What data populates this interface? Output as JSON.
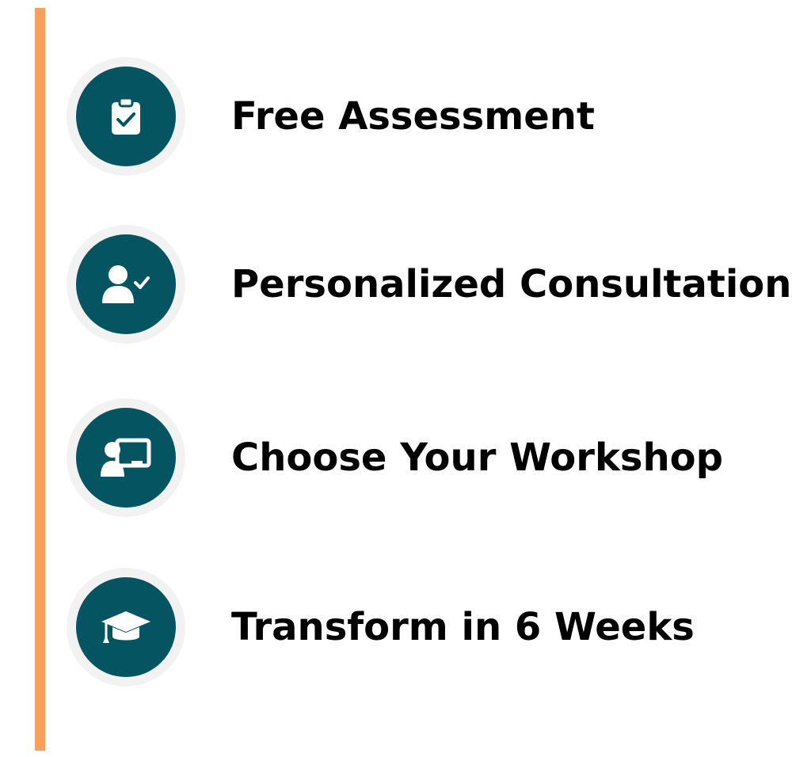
{
  "colors": {
    "accent": "#f7a05b",
    "icon_bg": "#045461",
    "halo": "#f2f2f2",
    "text": "#000000"
  },
  "steps": [
    {
      "label": "Free Assessment",
      "icon": "clipboard-check-icon"
    },
    {
      "label": "Personalized Consultation",
      "icon": "user-check-icon"
    },
    {
      "label": "Choose Your Workshop",
      "icon": "presentation-icon"
    },
    {
      "label": "Transform in 6 Weeks",
      "icon": "graduation-cap-icon"
    }
  ]
}
